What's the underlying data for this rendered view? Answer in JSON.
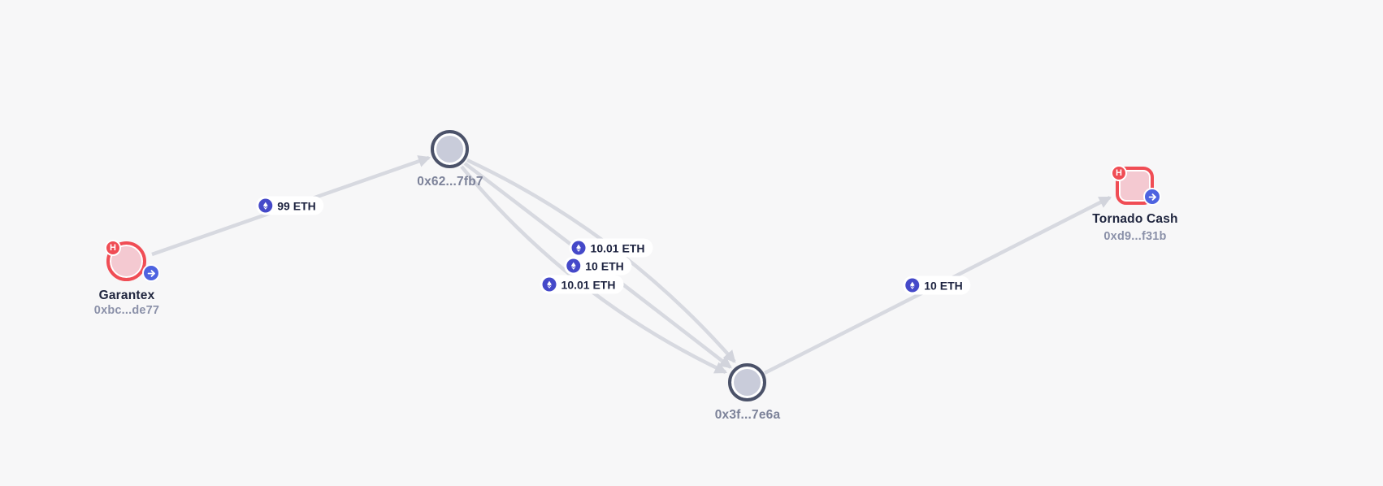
{
  "canvas": {
    "background": "#f7f7f8"
  },
  "colors": {
    "edge": "#d7d9e0",
    "risk_red": "#f04d55",
    "risk_fill": "#f4c9d1",
    "neutral_fill": "#c9ccda",
    "neutral_border": "#4b5269",
    "entity_name_text": "#20263f",
    "address_text": "#8b91a9",
    "eth_icon_bg": "#4549c9",
    "outgoing_badge_bg": "#4e63e0",
    "pill_text": "#1d2340"
  },
  "graph": {
    "nodes": [
      {
        "id": "garantex",
        "shape": "circle",
        "risk": "high",
        "name": "Garantex",
        "address": "0xbc...de77",
        "risk_badge": "H"
      },
      {
        "id": "intermediary-1",
        "shape": "circle",
        "risk": "neutral",
        "label": "0x62...7fb7"
      },
      {
        "id": "intermediary-2",
        "shape": "circle",
        "risk": "neutral",
        "label": "0x3f...7e6a"
      },
      {
        "id": "tornado-cash",
        "shape": "rounded-square",
        "risk": "high",
        "name": "Tornado Cash",
        "address": "0xd9...f31b",
        "risk_badge": "H"
      }
    ],
    "edges": [
      {
        "from": "Garantex",
        "to": "0x62...7fb7",
        "amount": "99 ETH",
        "asset_icon": "eth-icon"
      },
      {
        "from": "0x62...7fb7",
        "to": "0x3f...7e6a",
        "amount": "10.01 ETH",
        "asset_icon": "eth-icon"
      },
      {
        "from": "0x62...7fb7",
        "to": "0x3f...7e6a",
        "amount": "10 ETH",
        "asset_icon": "eth-icon"
      },
      {
        "from": "0x62...7fb7",
        "to": "0x3f...7e6a",
        "amount": "10.01 ETH",
        "asset_icon": "eth-icon"
      },
      {
        "from": "0x3f...7e6a",
        "to": "Tornado Cash",
        "amount": "10 ETH",
        "asset_icon": "eth-icon"
      }
    ]
  }
}
